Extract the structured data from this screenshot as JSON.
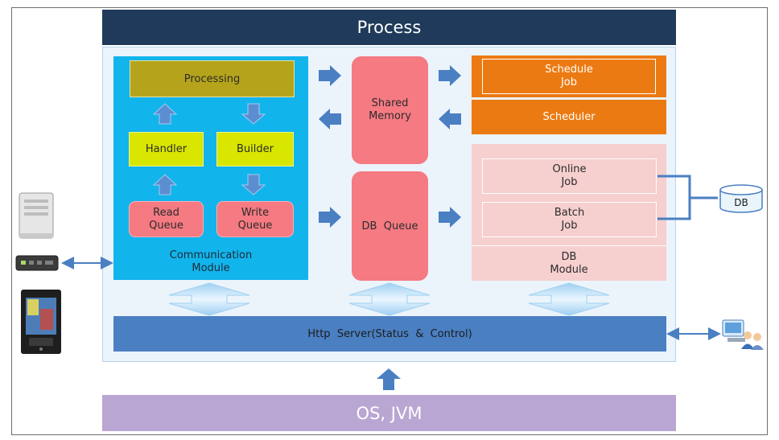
{
  "title": "Process",
  "communication": {
    "processing": "Processing",
    "handler": "Handler",
    "builder": "Builder",
    "read_queue": "Read\nQueue",
    "write_queue": "Write\nQueue",
    "module_label": "Communication\nModule"
  },
  "shared_memory": "Shared\nMemory",
  "db_queue": "DB  Queue",
  "scheduler": {
    "schedule_job": "Schedule\nJob",
    "label": "Scheduler"
  },
  "db_module": {
    "online_job": "Online\nJob",
    "batch_job": "Batch\nJob",
    "label": "DB\nModule"
  },
  "db_label": "DB",
  "http_server": "Http  Server(Status  &  Control)",
  "os": "OS, JVM",
  "colors": {
    "title_bg": "#1f3a5a",
    "comm_bg": "#12b4ec",
    "processing_bg": "#b5a41b",
    "handler_bg": "#d8e600",
    "queue_bg": "#f57a82",
    "scheduler_bg": "#ec7a12",
    "db_module_bg": "#f6cfcf",
    "http_bg": "#4a7fc2",
    "os_bg": "#b9a6d2",
    "arrow": "#4a7fc2"
  }
}
